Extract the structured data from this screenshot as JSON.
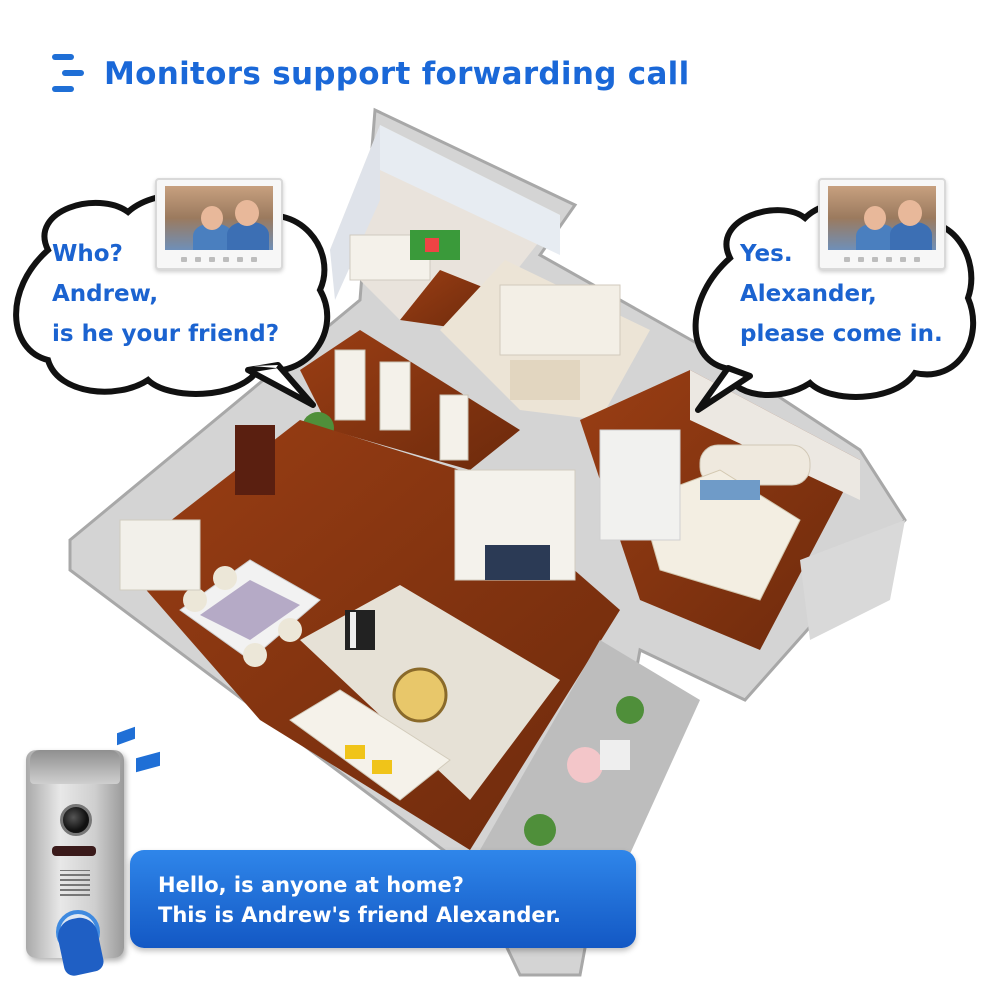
{
  "header": {
    "title": "Monitors support forwarding call",
    "icon": "menu-lines-icon",
    "color": "#1a68d8"
  },
  "left_bubble": {
    "lines": [
      "Who?",
      "Andrew,",
      "is he your friend?"
    ],
    "color": "#1b63d0"
  },
  "right_bubble": {
    "lines": [
      "Yes.",
      "Alexander,",
      "please come in."
    ],
    "color": "#1b63d0"
  },
  "doorbell_message": {
    "lines": [
      "Hello, is anyone at home?",
      "This is Andrew's friend Alexander."
    ],
    "background": "#1f6fd6"
  },
  "icons": {
    "doorbell": "video-doorbell-icon",
    "monitor": "indoor-monitor-icon",
    "signal": "signal-waves-icon",
    "hand": "pressing-finger-icon"
  }
}
